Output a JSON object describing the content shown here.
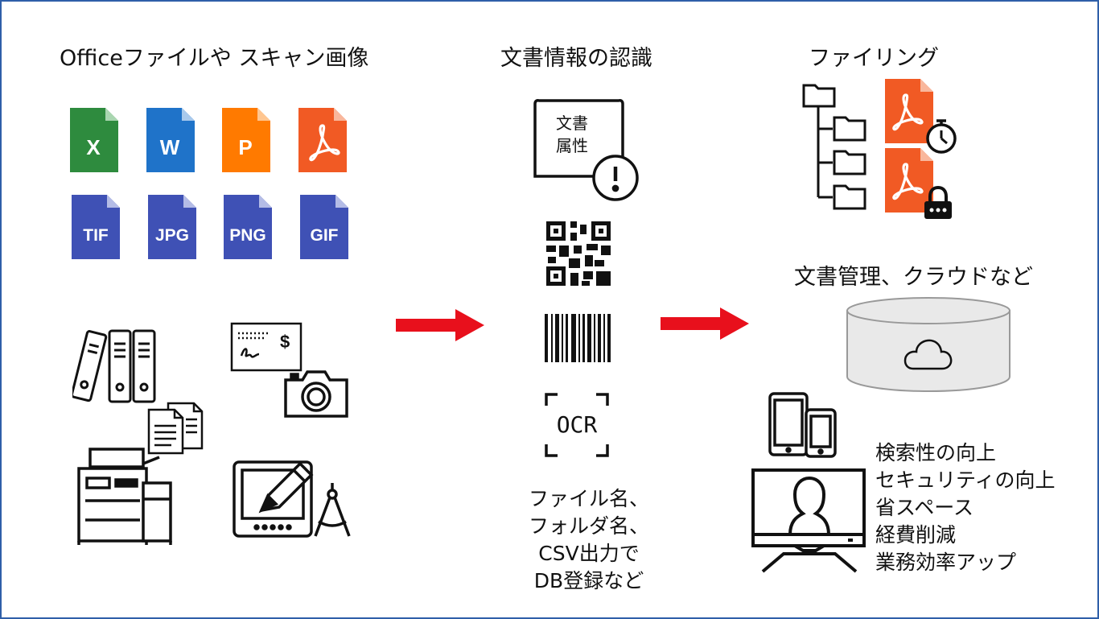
{
  "sections": {
    "input_title": "Officeファイルや スキャン画像",
    "recognition_title": "文書情報の認識",
    "filing_title": "ファイリング",
    "storage_title": "文書管理、クラウドなど"
  },
  "file_types": [
    {
      "label": "X",
      "color": "#2e8b3e"
    },
    {
      "label": "W",
      "color": "#1f73c9"
    },
    {
      "label": "P",
      "color": "#ff7a00"
    },
    {
      "label": "",
      "icon": "pdf-icon",
      "color": "#f15a24"
    },
    {
      "label": "TIF",
      "color": "#3f51b5"
    },
    {
      "label": "JPG",
      "color": "#3f51b5"
    },
    {
      "label": "PNG",
      "color": "#3f51b5"
    },
    {
      "label": "GIF",
      "color": "#3f51b5"
    }
  ],
  "recognition": {
    "attribute_card": {
      "line1": "文書",
      "line2": "属性"
    },
    "ocr_label": "OCR",
    "outputs": [
      "ファイル名、",
      "フォルダ名、",
      "CSV出力で",
      "DB登録など"
    ]
  },
  "benefits": [
    "検索性の向上",
    "セキュリティの向上",
    "省スペース",
    "経費削減",
    "業務効率アップ"
  ],
  "colors": {
    "arrow": "#e8101c",
    "border": "#2f5fa8",
    "pdf": "#f15a24",
    "cylinder": "#e9e9e9"
  },
  "icons": [
    "excel-file-icon",
    "word-file-icon",
    "powerpoint-file-icon",
    "pdf-file-icon",
    "tif-file-icon",
    "jpg-file-icon",
    "png-file-icon",
    "gif-file-icon",
    "binders-icon",
    "documents-icon",
    "multifunction-printer-icon",
    "check-icon",
    "camera-icon",
    "drawing-tablet-icon",
    "compass-icon",
    "qr-code-icon",
    "barcode-icon",
    "ocr-icon",
    "folder-tree-icon",
    "pdf-timer-icon",
    "pdf-lock-icon",
    "cloud-storage-icon",
    "tablet-icon",
    "smartphone-icon",
    "monitor-user-icon"
  ]
}
